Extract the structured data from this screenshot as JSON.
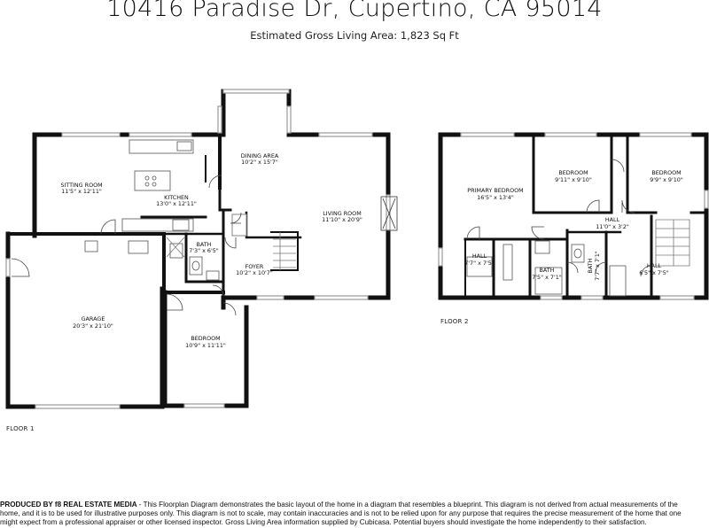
{
  "header": {
    "address": "10416 Paradise Dr, Cupertino, CA 95014",
    "area": "Estimated Gross Living Area: 1,823 Sq Ft"
  },
  "floor1": {
    "label": "FLOOR 1",
    "rooms": [
      {
        "name": "SITTING ROOM",
        "dims": "11'5\" x 12'11\""
      },
      {
        "name": "KITCHEN",
        "dims": "13'0\" x 12'11\""
      },
      {
        "name": "DINING AREA",
        "dims": "10'2\" x 15'7\""
      },
      {
        "name": "LIVING ROOM",
        "dims": "11'10\" x 20'9\""
      },
      {
        "name": "BATH",
        "dims": "7'3\" x 6'5\""
      },
      {
        "name": "FOYER",
        "dims": "10'2\" x 10'7\""
      },
      {
        "name": "GARAGE",
        "dims": "20'3\" x 21'10\""
      },
      {
        "name": "BEDROOM",
        "dims": "10'9\" x 11'11\""
      }
    ]
  },
  "floor2": {
    "label": "FLOOR 2",
    "rooms": [
      {
        "name": "PRIMARY BEDROOM",
        "dims": "16'5\" x 13'4\""
      },
      {
        "name": "BEDROOM",
        "dims": "9'11\" x 9'10\""
      },
      {
        "name": "BEDROOM",
        "dims": "9'9\" x 9'10\""
      },
      {
        "name": "HALL",
        "dims": "11'0\" x 3'2\""
      },
      {
        "name": "HALL",
        "dims": "7'7\" x 7'5\""
      },
      {
        "name": "BATH",
        "dims": "7'5\" x 7'1\""
      },
      {
        "name": "BATH",
        "dims": "7'7\" x 7'1\""
      },
      {
        "name": "HALL",
        "dims": "6'5\" x 7'5\""
      }
    ]
  },
  "disclaimer": {
    "bold": "PRODUCED BY f8 REAL ESTATE MEDIA",
    "line1": " - This Floorplan Diagram demonstrates the basic layout of the home in a diagram that resembles a blueprint. This diagram is not derived from actual measurements of the",
    "line2": "home, and it is to be used for illustrative purposes only. This diagram is not to scale, may contain inaccuracies and is not to be relied upon for any purpose that requires the precise measurement of the home that one",
    "line3": "might expect from a professional appraiser or other licensed inspector. Gross Living Area information supplied by Cubicasa. Potential buyers should investigate the home independently to their satisfaction."
  },
  "colors": {
    "wall": "#111111",
    "window": "#9a9a9a",
    "fixture": "#555555"
  }
}
